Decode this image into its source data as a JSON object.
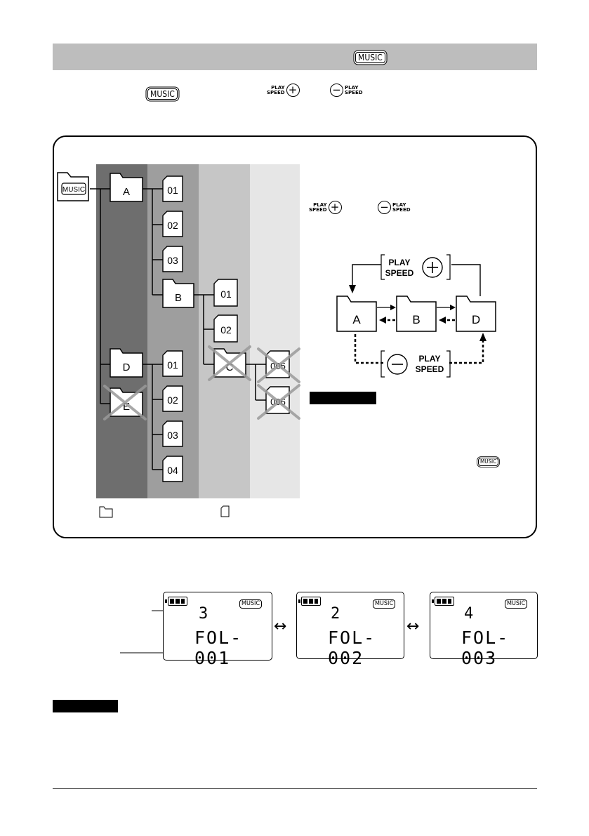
{
  "header": {
    "music_icon_label": "MUSIC"
  },
  "intro": {
    "music_icon_label": "MUSIC",
    "plus_button": {
      "line1": "PLAY",
      "line2": "SPEED",
      "symbol": "+"
    },
    "minus_button": {
      "line1": "PLAY",
      "line2": "SPEED",
      "symbol": "−"
    }
  },
  "tree": {
    "root_label": "MUSIC",
    "folders": {
      "a": "A",
      "b": "B",
      "c": "C",
      "d": "D",
      "e": "E"
    },
    "files": {
      "a_files": [
        "01",
        "02",
        "03"
      ],
      "b_files": [
        "01",
        "02"
      ],
      "c_files": [
        "005",
        "006"
      ],
      "d_files": [
        "01",
        "02",
        "03",
        "04"
      ]
    },
    "column_shades": [
      "#6e6e6e",
      "#9e9e9e",
      "#c6c6c6",
      "#e6e6e6"
    ]
  },
  "side_panel": {
    "plus_button": {
      "line1": "PLAY",
      "line2": "SPEED",
      "symbol": "+"
    },
    "minus_button": {
      "line1": "PLAY",
      "line2": "SPEED",
      "symbol": "−"
    },
    "cycle": {
      "folders": [
        "A",
        "B",
        "D"
      ],
      "plus_label_line1": "PLAY",
      "plus_label_line2": "SPEED",
      "minus_label_line1": "PLAY",
      "minus_label_line2": "SPEED"
    },
    "music_icon_label": "MUSIC"
  },
  "displays": [
    {
      "icon": "MUSIC",
      "number": "3",
      "folder": "FOL-001"
    },
    {
      "icon": "MUSIC",
      "number": "2",
      "folder": "FOL-002"
    },
    {
      "icon": "MUSIC",
      "number": "4",
      "folder": "FOL-003"
    }
  ]
}
